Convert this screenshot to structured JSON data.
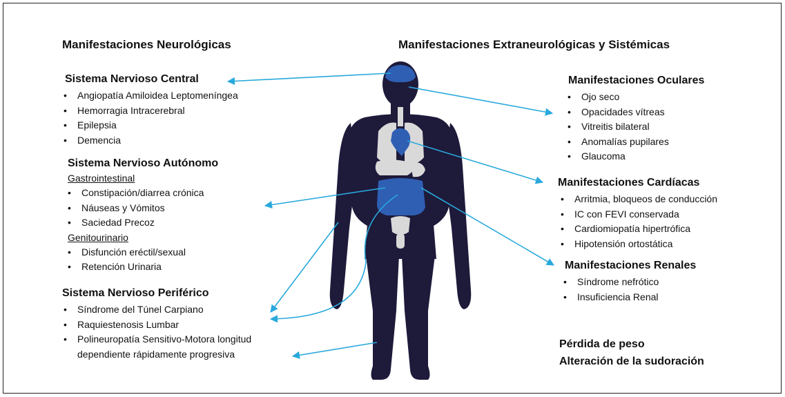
{
  "headers": {
    "neuro": "Manifestaciones Neurológicas",
    "extra": "Manifestaciones Extraneurológicas y Sistémicas"
  },
  "left": {
    "snc": {
      "title": "Sistema Nervioso Central",
      "items": [
        "Angiopatía Amiloidea Leptomeníngea",
        "Hemorragia Intracerebral",
        "Epilepsia",
        "Demencia"
      ]
    },
    "sna": {
      "title": "Sistema Nervioso Autónomo",
      "gi_label": "Gastrointestinal",
      "gi_items": [
        "Constipación/diarrea crónica",
        "Náuseas y Vómitos",
        "Saciedad Precoz"
      ],
      "gu_label": "Genitourinario",
      "gu_items": [
        "Disfunción eréctil/sexual",
        "Retención Urinaria"
      ]
    },
    "snp": {
      "title": "Sistema Nervioso Periférico",
      "items": [
        "Síndrome del Túnel Carpiano",
        "Raquiestenosis Lumbar",
        "Polineuropatía Sensitivo-Motora longitud"
      ],
      "continuation": "dependiente rápidamente progresiva"
    }
  },
  "right": {
    "ocular": {
      "title": "Manifestaciones Oculares",
      "items": [
        "Ojo seco",
        "Opacidades vítreas",
        "Vitreitis bilateral",
        "Anomalías pupilares",
        "Glaucoma"
      ]
    },
    "cardiac": {
      "title": "Manifestaciones Cardíacas",
      "items": [
        "Arritmia, bloqueos de conducción",
        "IC con FEVI conservada",
        "Cardiomiopatía hipertrófica",
        "Hipotensión ortostática"
      ]
    },
    "renal": {
      "title": "Manifestaciones Renales",
      "items": [
        "Síndrome nefrótico",
        "Insuficiencia Renal"
      ]
    },
    "systemic": [
      "Pérdida de peso",
      "Alteración de la sudoración"
    ]
  },
  "colors": {
    "arrow": "#29a9dc",
    "body": "#1e1a3a",
    "organ": "#d9d9d9",
    "highlight": "#2f5fb3"
  }
}
